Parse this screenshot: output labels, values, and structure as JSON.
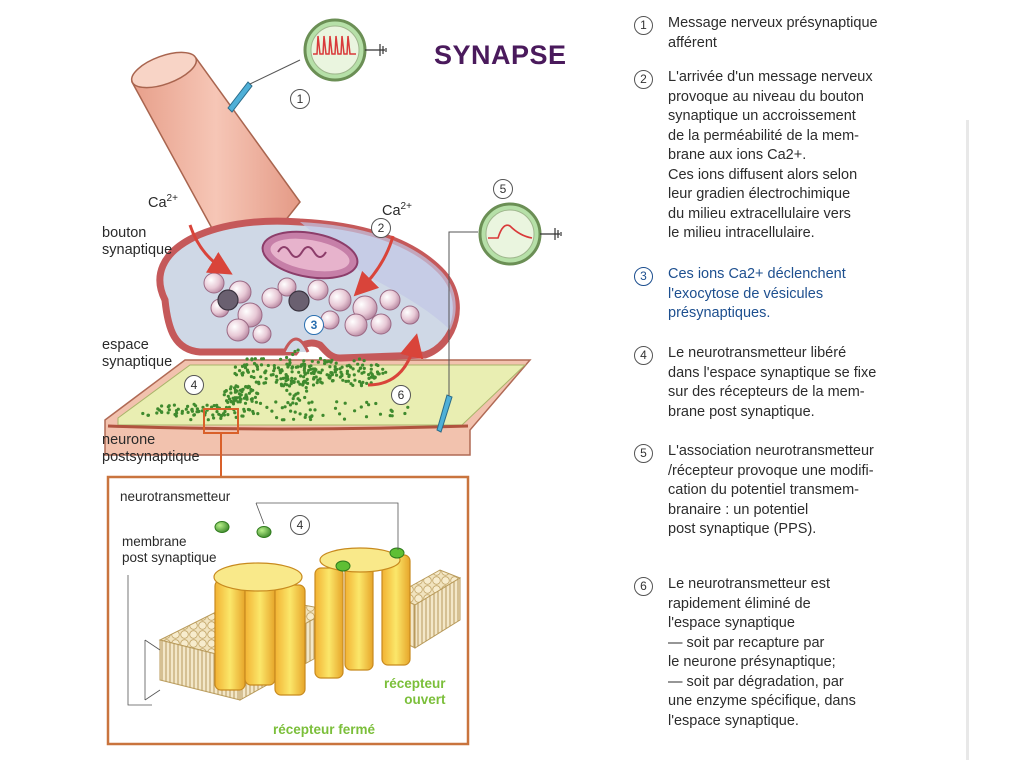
{
  "title": "SYNAPSE",
  "labels": {
    "ca_left": "Ca",
    "ca_right": "Ca",
    "ca_charge": "2+",
    "bouton": "bouton\nsynaptique",
    "espace": "espace\nsynaptique",
    "neurone": "neurone\npostsynaptique",
    "neurotransmetteur": "neurotransmetteur",
    "membrane": "membrane\npost synaptique",
    "recepteur_ouvert": "récepteur\nouvert",
    "recepteur_ferme": "récepteur fermé"
  },
  "markers": [
    "1",
    "2",
    "3",
    "4",
    "5",
    "6"
  ],
  "notes": [
    {
      "num": "1",
      "text": "Message nerveux présynaptique\nafférent"
    },
    {
      "num": "2",
      "text": "L'arrivée d'un message nerveux\nprovoque au niveau du bouton\nsynaptique un accroissement\nde la perméabilité de la mem-\nbrane aux ions Ca2+.\nCes ions diffusent alors selon\nleur gradien électrochimique\ndu milieu extracellulaire vers\nle milieu intracellulaire."
    },
    {
      "num": "3",
      "text": "Ces ions Ca2+ déclenchent\nl'exocytose de vésicules\nprésynaptiques."
    },
    {
      "num": "4",
      "text": "Le neurotransmetteur libéré\ndans l'espace synaptique se fixe\nsur des récepteurs de la mem-\nbrane post synaptique."
    },
    {
      "num": "5",
      "text": "L'association neurotransmetteur\n/récepteur provoque une modifi-\ncation du potentiel transmem-\nbranaire : un potentiel\npost synaptique (PPS)."
    },
    {
      "num": "6",
      "text": "Le neurotransmetteur est\nrapidement éliminé de\nl'espace synaptique\n— soit par recapture par\nle neurone présynaptique;\n— soit par dégradation, par\nune enzyme spécifique, dans\nl'espace synaptique."
    }
  ],
  "colors": {
    "axon": "#f2b7a6",
    "bouton_membrane": "#c5595a",
    "bouton_interior": "#c9d4e3",
    "cleft": "#e9eeb2",
    "neurotransmitter": "#3f8a2e",
    "arrow": "#d9443a",
    "channel": "#f7d640",
    "title": "#4a1a5c"
  }
}
